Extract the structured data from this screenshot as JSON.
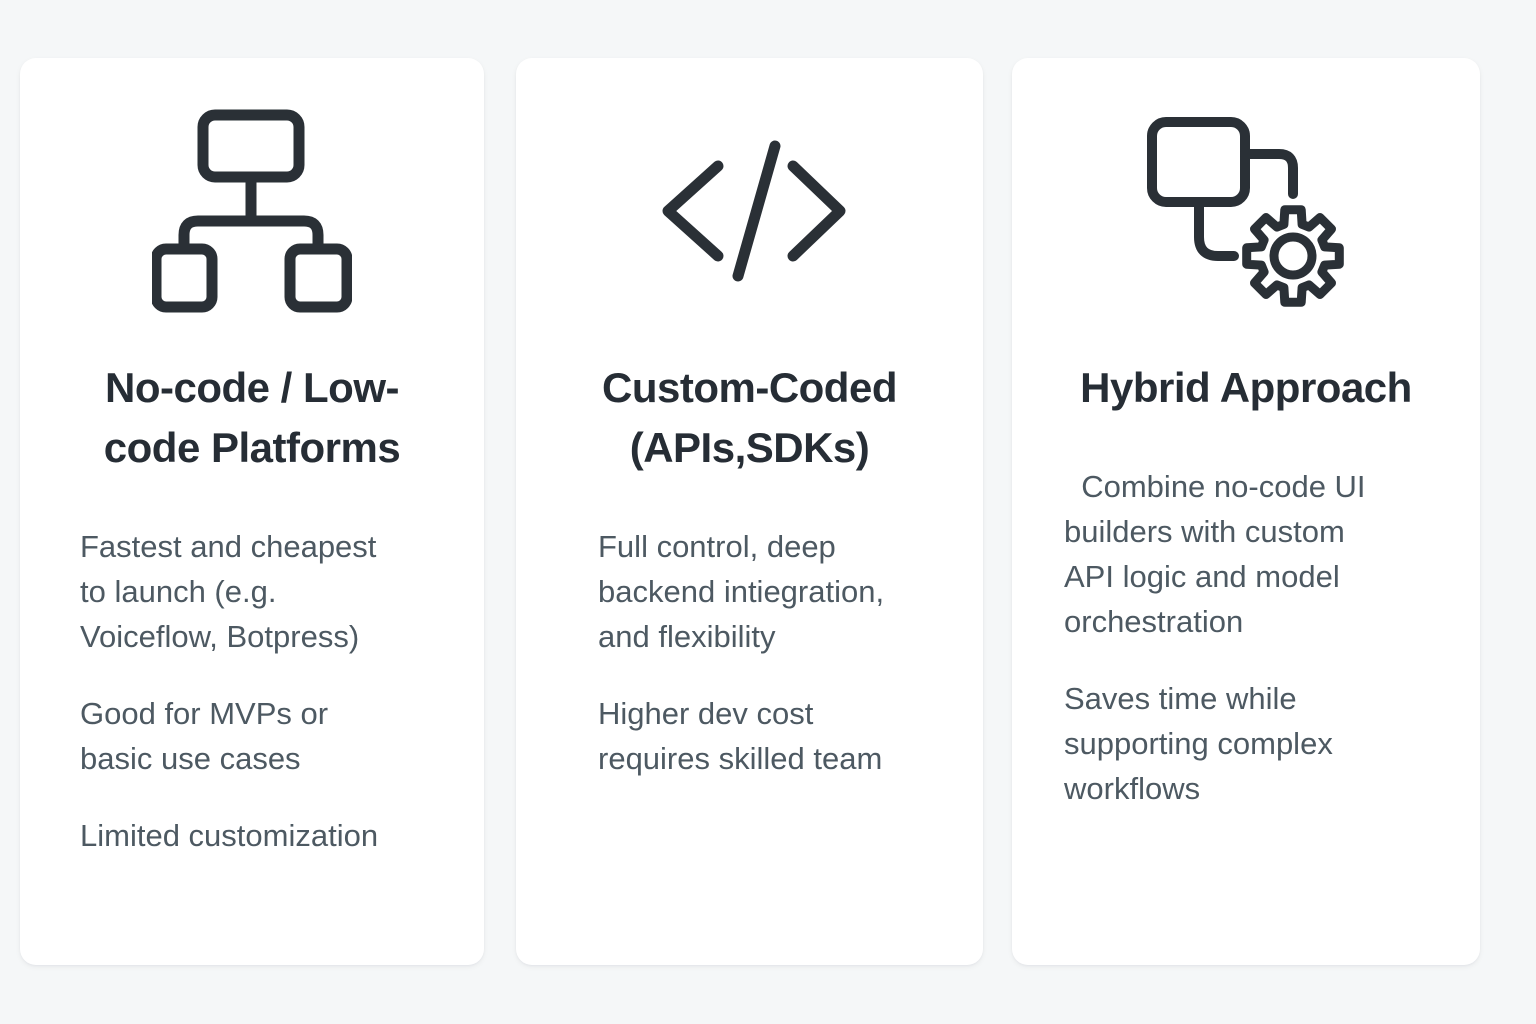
{
  "page": {
    "background_color": "#f5f7f8",
    "card_background_color": "#ffffff",
    "title_color": "#262d35",
    "body_text_color": "#4d5962",
    "icon_stroke_color": "#2a3036"
  },
  "cards": [
    {
      "icon": "flowchart-icon",
      "title": "No-code / Low-\ncode Platforms",
      "paragraphs": [
        "Fastest and cheapest\nto launch (e.g.\nVoiceflow, Botpress)",
        "Good for MVPs or\nbasic use cases",
        "Limited customization"
      ]
    },
    {
      "icon": "code-icon",
      "title": "Custom-Coded\n(APIs,SDKs)",
      "paragraphs": [
        "Full control, deep\nbackend intiegration,\nand flexibility",
        "Higher dev cost\nrequires skilled team"
      ]
    },
    {
      "icon": "workflow-gear-icon",
      "title": "Hybrid Approach",
      "paragraphs": [
        "  Combine no-code UI\nbuilders with custom\nAPI logic and model\norchestration",
        "Saves time while\nsupporting complex\nworkflows"
      ]
    }
  ]
}
